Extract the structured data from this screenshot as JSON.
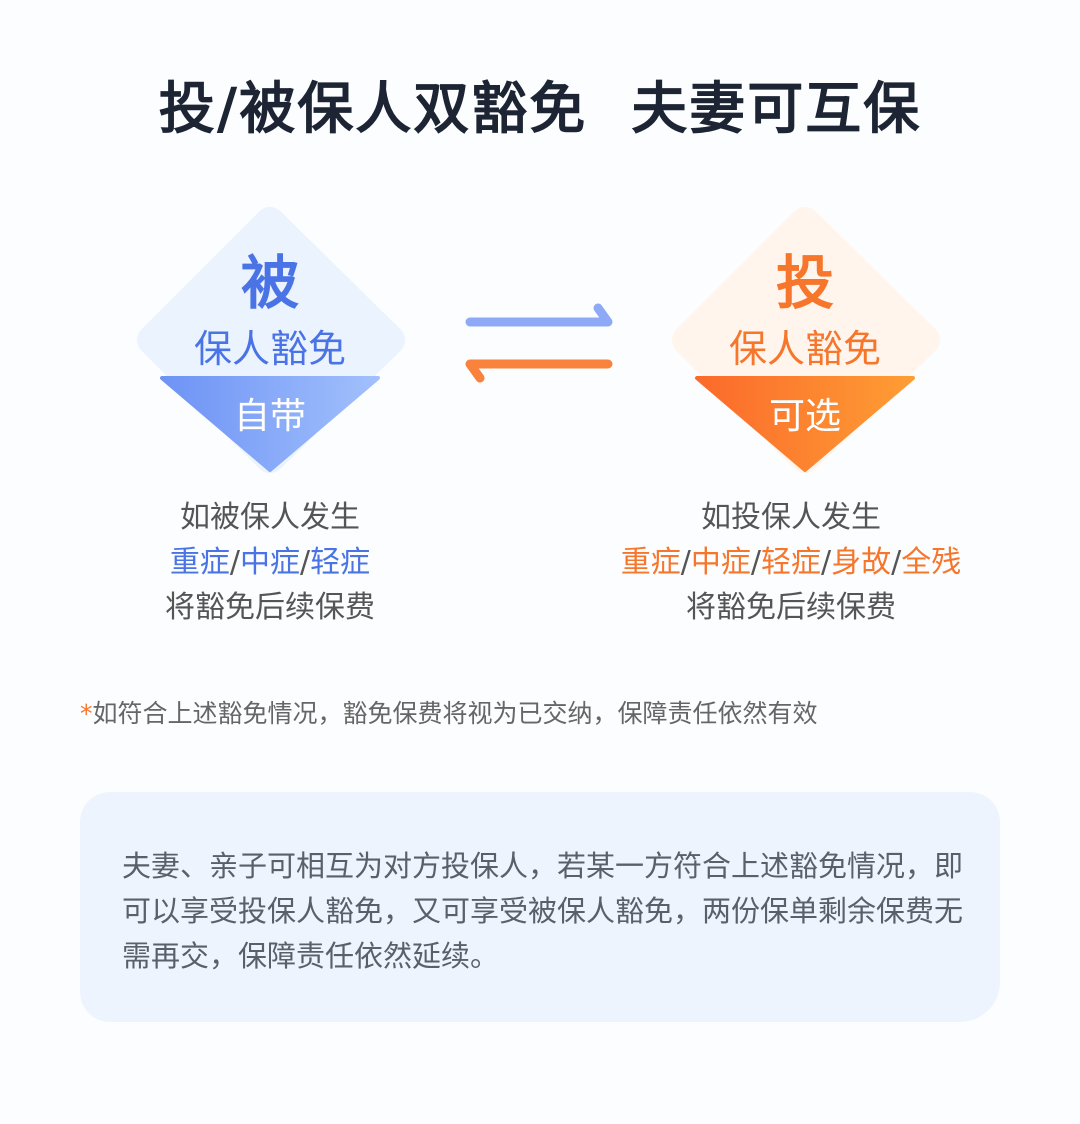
{
  "title": {
    "left": "投/被保人双豁免",
    "right": "夫妻可互保"
  },
  "insured": {
    "big": "被",
    "sub": "保人豁免",
    "band": "自带",
    "line1": "如被保人发生",
    "conditions": [
      "重症",
      "中症",
      "轻症"
    ],
    "line3": "将豁免后续保费"
  },
  "policyholder": {
    "big": "投",
    "sub": "保人豁免",
    "band": "可选",
    "line1": "如投保人发生",
    "conditions": [
      "重症",
      "中症",
      "轻症",
      "身故",
      "全残"
    ],
    "line3": "将豁免后续保费"
  },
  "separator": "/",
  "note": {
    "star": "*",
    "text": "如符合上述豁免情况，豁免保费将视为已交纳，保障责任依然有效"
  },
  "box": {
    "text": "夫妻、亲子可相互为对方投保人，若某一方符合上述豁免情况，即可以享受投保人豁免，又可享受被保人豁免，两份保单剩余保费无需再交，保障责任依然延续。"
  },
  "colors": {
    "blue": "#4a74e6",
    "orange": "#f6762c",
    "title": "#1d2433"
  }
}
